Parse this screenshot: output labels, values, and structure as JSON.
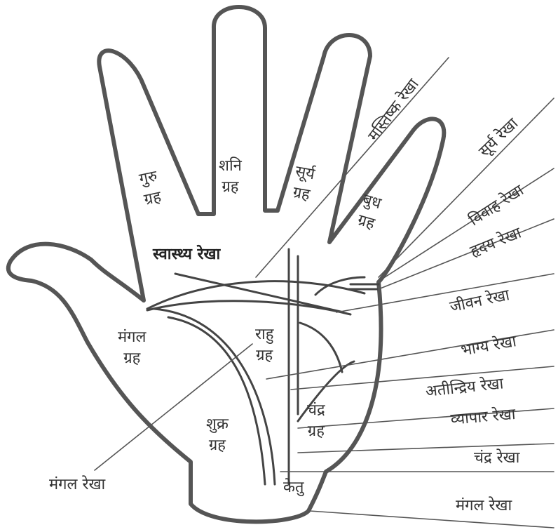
{
  "colors": {
    "outline": "#555555",
    "line": "#444444",
    "text": "#333333",
    "background": "#ffffff"
  },
  "mounts": {
    "guru": {
      "name": "गुरु",
      "sub": "ग्रह"
    },
    "shani": {
      "name": "शनि",
      "sub": "ग्रह"
    },
    "surya": {
      "name": "सूर्य",
      "sub": "ग्रह"
    },
    "budh": {
      "name": "बुध",
      "sub": "ग्रह"
    },
    "mangal": {
      "name": "मंगल",
      "sub": "ग्रह"
    },
    "rahu": {
      "name": "राहु",
      "sub": "ग्रह"
    },
    "shukra": {
      "name": "शुक्र",
      "sub": "ग्रह"
    },
    "chandra": {
      "name": "चंद्र",
      "sub": "ग्रह"
    },
    "ketu": {
      "name": "केतु"
    }
  },
  "lines": {
    "swasthya": "स्वास्थ्य रेखा",
    "mastishk": "मस्तिष्क रेखा",
    "surya": "सूर्य रेखा",
    "vivah": "विवाह रेखा",
    "hriday": "हृदय रेखा",
    "jeevan": "जीवन रेखा",
    "bhagya": "भाग्य रेखा",
    "atindriya": "अतीन्द्रिय रेखा",
    "vyapar": "व्यापार रेखा",
    "chandra": "चंद्र रेखा",
    "mangal_right": "मंगल रेखा",
    "mangal_left": "मंगल रेखा"
  }
}
